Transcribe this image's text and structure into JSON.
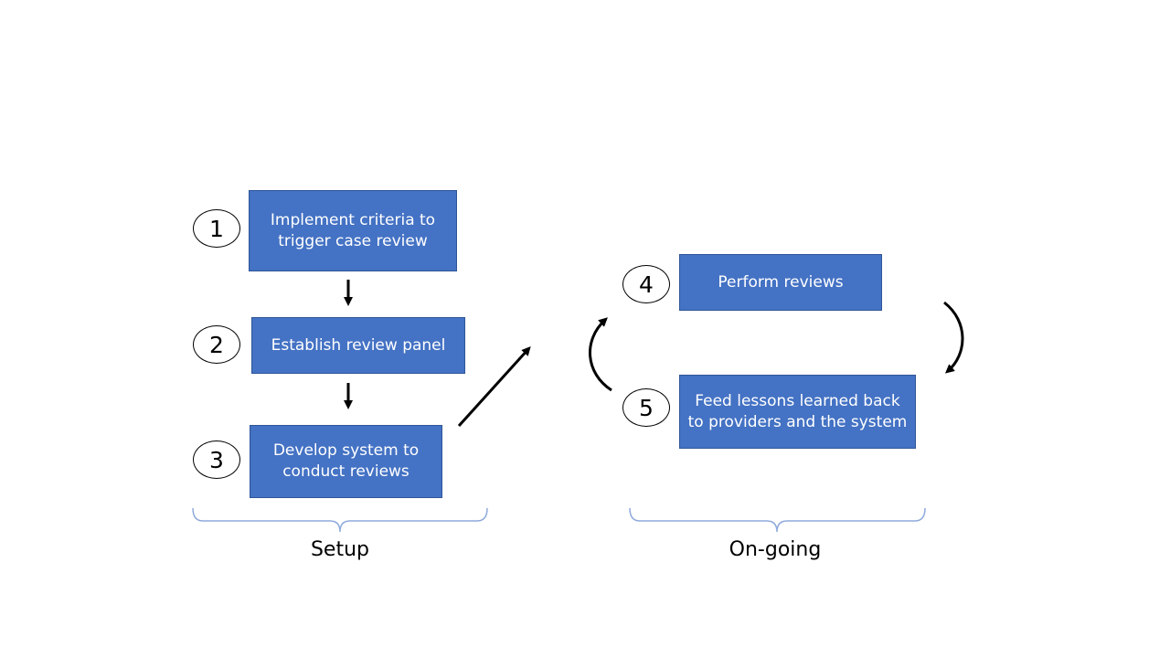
{
  "steps": [
    {
      "num": "1",
      "text": "Implement criteria to trigger case review"
    },
    {
      "num": "2",
      "text": "Establish review panel"
    },
    {
      "num": "3",
      "text": "Develop system to conduct reviews"
    },
    {
      "num": "4",
      "text": "Perform reviews"
    },
    {
      "num": "5",
      "text": "Feed lessons learned back to providers and the system"
    }
  ],
  "groups": {
    "setup": "Setup",
    "ongoing": "On-going"
  },
  "colors": {
    "box_fill": "#4472c4",
    "box_border": "#2f5597",
    "bracket": "#8faadc"
  }
}
